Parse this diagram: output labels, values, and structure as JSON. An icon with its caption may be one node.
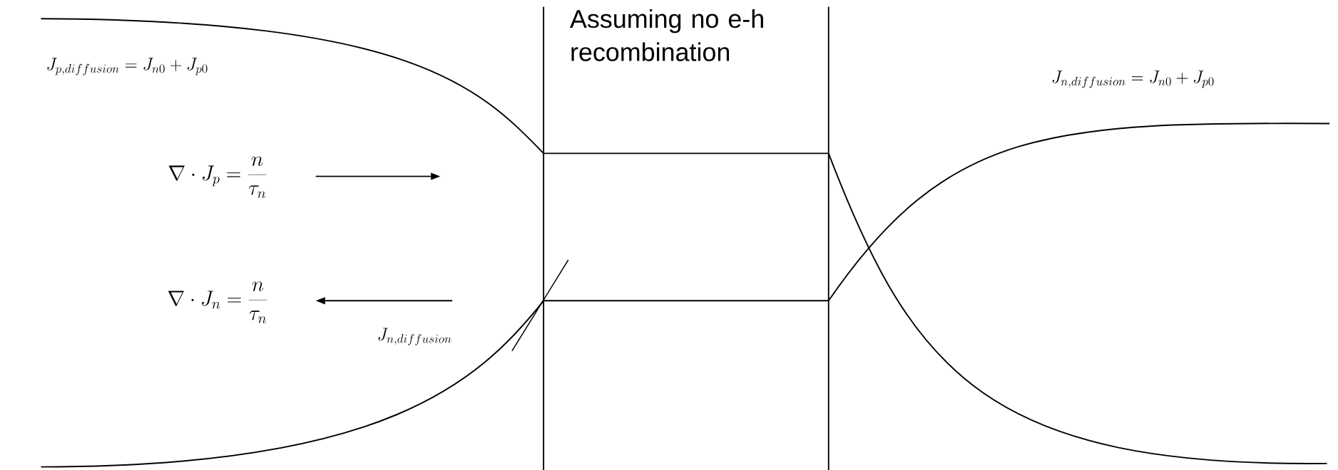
{
  "diagram": {
    "labels": [
      "Assuming no e-h recombination",
      "J_{p,diffusion} = J_{n0} + J_{p0}",
      "J_{n,diffusion} = J_{n0} + J_{p0}",
      "\\nabla \\cdot J_{p} = \\frac{n}{\\tau_{n}}",
      "\\nabla \\cdot J_{n} = \\frac{n}{\\tau_{n}}",
      "J_{n,diffusion}"
    ]
  }
}
